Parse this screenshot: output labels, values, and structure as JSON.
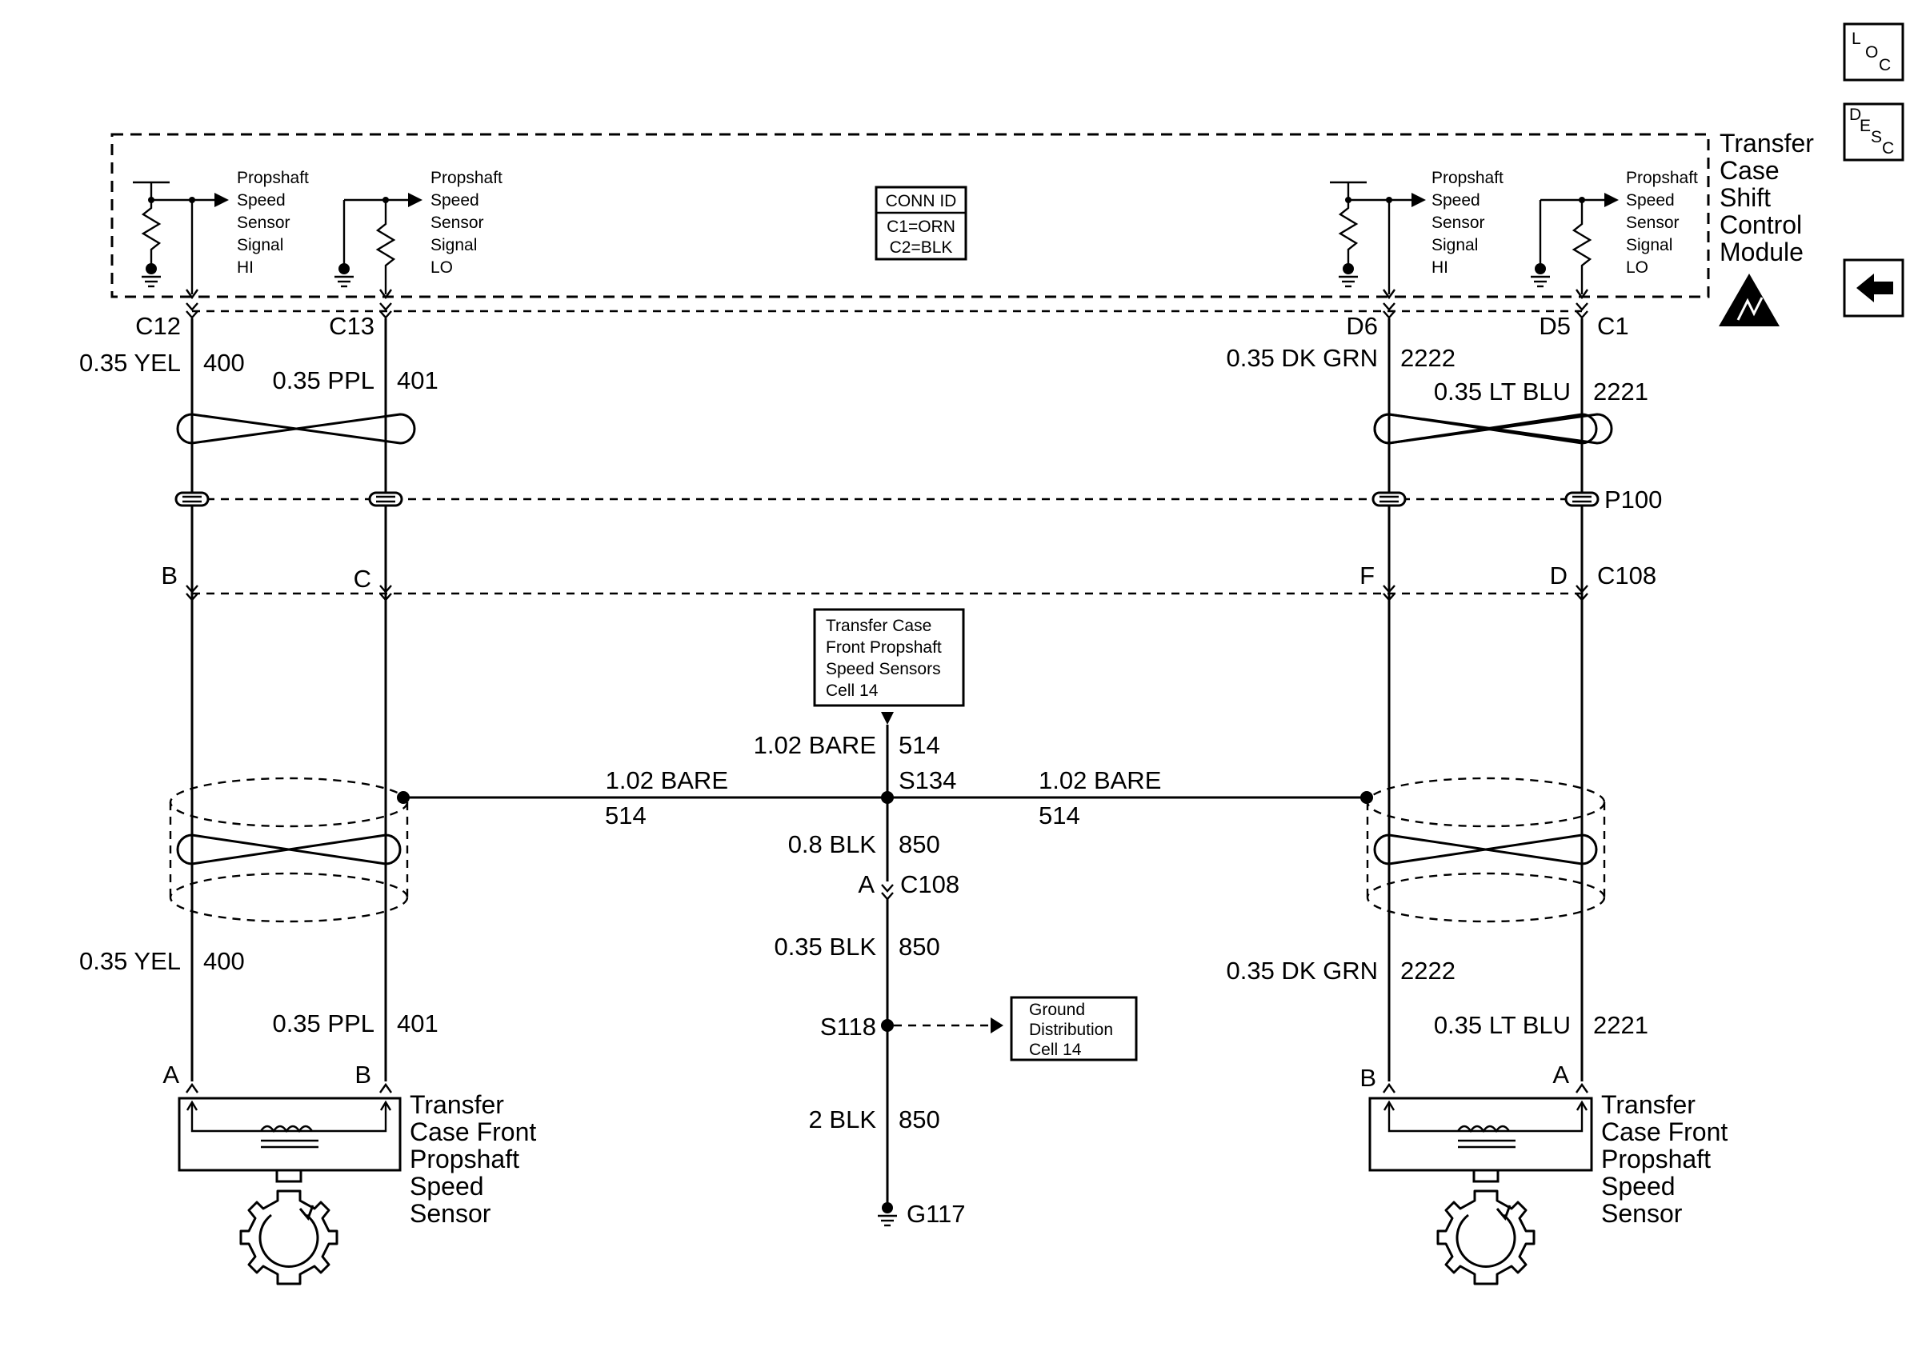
{
  "module": {
    "name_lines": [
      "Transfer",
      "Case",
      "Shift",
      "Control",
      "Module"
    ],
    "conn_id": {
      "title": "CONN ID",
      "line1": "C1=ORN",
      "line2": "C2=BLK"
    },
    "circuit_hi_left": [
      "Propshaft",
      "Speed",
      "Sensor",
      "Signal",
      "HI"
    ],
    "circuit_lo_left": [
      "Propshaft",
      "Speed",
      "Sensor",
      "Signal",
      "LO"
    ],
    "circuit_hi_right": [
      "Propshaft",
      "Speed",
      "Sensor",
      "Signal",
      "HI"
    ],
    "circuit_lo_right": [
      "Propshaft",
      "Speed",
      "Sensor",
      "Signal",
      "LO"
    ]
  },
  "icons": {
    "loc": {
      "main": "L",
      "sub1": "O",
      "sub2": "C"
    },
    "desc": {
      "main": "D",
      "sub1": "E",
      "sub2": "S",
      "sub3": "C"
    }
  },
  "pins": {
    "c12": "C12",
    "c13": "C13",
    "d6": "D6",
    "d5": "D5",
    "c1": "C1",
    "p100": "P100",
    "b_top": "B",
    "c_top": "C",
    "f_top": "F",
    "d_top": "D",
    "c108_top": "C108",
    "a_mid": "A",
    "c108_mid": "C108",
    "a_left": "A",
    "b_left": "B",
    "b_right": "B",
    "a_right": "A"
  },
  "wires": {
    "yel_upper": {
      "gauge": "0.35 YEL",
      "circuit": "400"
    },
    "ppl_upper": {
      "gauge": "0.35 PPL",
      "circuit": "401"
    },
    "dkgrn_upper": {
      "gauge": "0.35 DK GRN",
      "circuit": "2222"
    },
    "ltblu_upper": {
      "gauge": "0.35 LT BLU",
      "circuit": "2221"
    },
    "yel_lower": {
      "gauge": "0.35 YEL",
      "circuit": "400"
    },
    "ppl_lower": {
      "gauge": "0.35 PPL",
      "circuit": "401"
    },
    "dkgrn_lower": {
      "gauge": "0.35 DK GRN",
      "circuit": "2222"
    },
    "ltblu_lower": {
      "gauge": "0.35 LT BLU",
      "circuit": "2221"
    },
    "bare_vert": {
      "gauge": "1.02 BARE",
      "circuit": "514"
    },
    "bare_left": {
      "gauge": "1.02 BARE",
      "circuit": "514"
    },
    "bare_right": {
      "gauge": "1.02 BARE",
      "circuit": "514"
    },
    "blk_08": {
      "gauge": "0.8 BLK",
      "circuit": "850"
    },
    "blk_035": {
      "gauge": "0.35 BLK",
      "circuit": "850"
    },
    "blk_2": {
      "gauge": "2 BLK",
      "circuit": "850"
    }
  },
  "splices": {
    "s134": "S134",
    "s118": "S118"
  },
  "ground": "G117",
  "ref_sensors": [
    "Transfer Case",
    "Front Propshaft",
    "Speed Sensors",
    "Cell 14"
  ],
  "ref_ground": [
    "Ground",
    "Distribution",
    "Cell 14"
  ],
  "sensor_left": [
    "Transfer",
    "Case Front",
    "Propshaft",
    "Speed",
    "Sensor"
  ],
  "sensor_right": [
    "Transfer",
    "Case Front",
    "Propshaft",
    "Speed",
    "Sensor"
  ]
}
